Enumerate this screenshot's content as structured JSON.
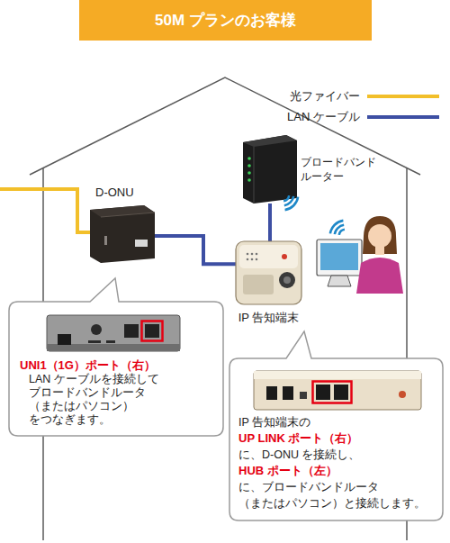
{
  "diagram": {
    "title": "50M プランのお客様",
    "nodes": [
      {
        "text": [
          "D-ONU"
        ]
      },
      {
        "text": [
          "ブロードバンド ルーター"
        ]
      },
      {
        "text": [
          "IP 告知端末"
        ]
      },
      {
        "text": [
          "UNI1（1G）ポート（右）",
          "LAN ケーブルを接続して ブロードバンドルータ （またはパソコン）をつなぎます。"
        ]
      },
      {
        "text": [
          "IP 告知端末の",
          "UP LINK ポート（右）",
          "に、D-ONU を接続し、",
          "HUB ポート（左）",
          "に、ブロードバンドルータ （またはパソコン）と接続します。"
        ]
      }
    ],
    "edges": [
      {
        "from": 0,
        "to": 2,
        "arrow": "none"
      },
      {
        "from": 2,
        "to": 1,
        "arrow": "none"
      }
    ],
    "legend": [
      {
        "text": "光ファイバー",
        "color": "#f2bf2a"
      },
      {
        "text": "LAN ケーブル",
        "color": "#3d4fa3"
      }
    ]
  }
}
